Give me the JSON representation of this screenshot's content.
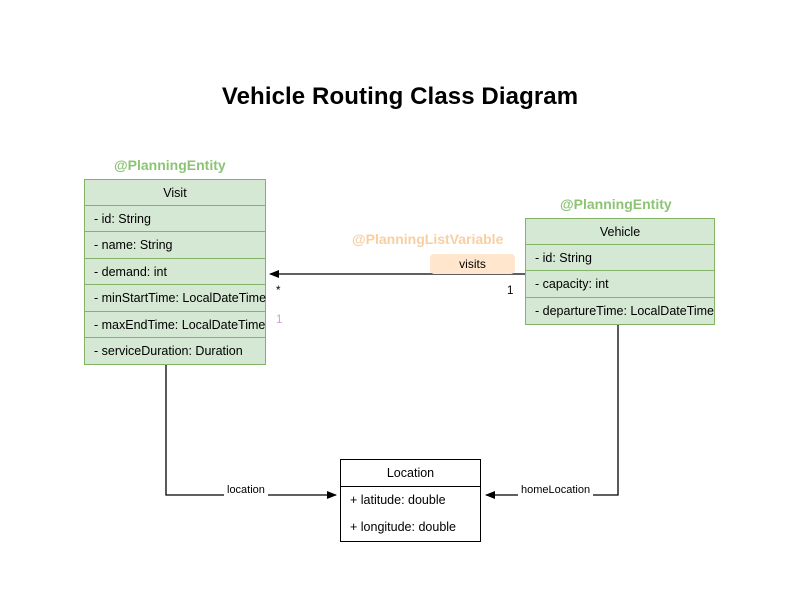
{
  "title": "Vehicle Routing Class Diagram",
  "colors": {
    "class_fill": "#d5e8d4",
    "class_border": "#82b366",
    "stereotype_green": "#8cc474",
    "stereotype_orange": "#f8cfa3",
    "chip_fill": "#ffe6cc",
    "line": "#000000",
    "muted_multiplicity": "#c9a0dc"
  },
  "classes": {
    "visit": {
      "stereotype": "@PlanningEntity",
      "name": "Visit",
      "attributes": [
        "- id: String",
        "- name: String",
        "- demand: int",
        "- minStartTime: LocalDateTime",
        "- maxEndTime: LocalDateTime",
        "- serviceDuration: Duration"
      ]
    },
    "vehicle": {
      "stereotype": "@PlanningEntity",
      "name": "Vehicle",
      "attributes": [
        "- id: String",
        "- capacity: int",
        "- departureTime: LocalDateTime"
      ]
    },
    "location": {
      "name": "Location",
      "attributes": [
        "+ latitude: double",
        "+ longitude: double"
      ]
    }
  },
  "associations": {
    "visits": {
      "stereotype": "@PlanningListVariable",
      "label": "visits",
      "source_multiplicity": "1",
      "target_multiplicity": "*",
      "target_multiplicity_secondary": "1"
    },
    "location": {
      "label": "location"
    },
    "home_location": {
      "label": "homeLocation"
    }
  }
}
